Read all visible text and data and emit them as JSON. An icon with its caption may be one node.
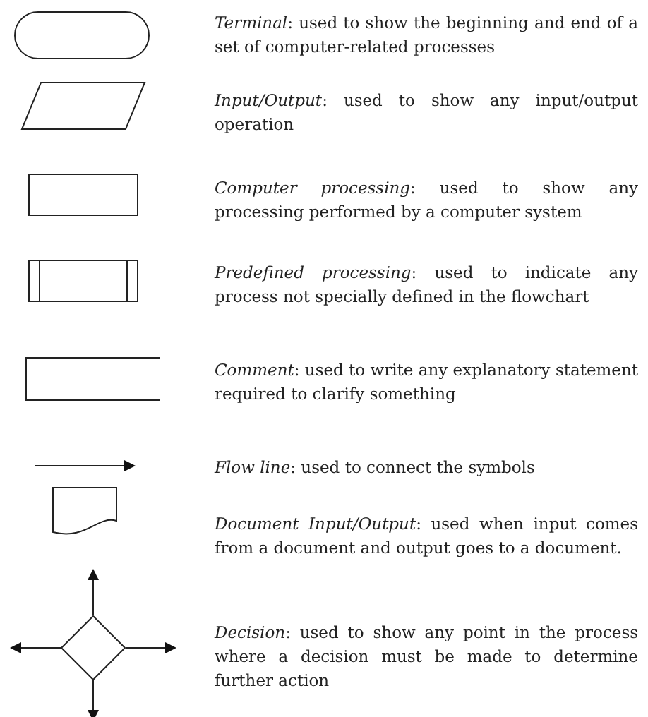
{
  "diagram": {
    "nodes": [
      {
        "text": [],
        "shape": "terminal"
      },
      {
        "text": [],
        "shape": "parallelogram"
      },
      {
        "text": [],
        "shape": "box"
      },
      {
        "text": [],
        "shape": "predefined-process"
      },
      {
        "text": [],
        "shape": "bracket"
      },
      {
        "text": [],
        "shape": "arrow"
      },
      {
        "text": [],
        "shape": "document"
      },
      {
        "text": [],
        "shape": "diamond"
      }
    ],
    "edges": [
      {
        "from": 7,
        "to": null,
        "arrow": "to"
      },
      {
        "from": 7,
        "to": null,
        "arrow": "to"
      },
      {
        "from": 7,
        "to": null,
        "arrow": "to"
      },
      {
        "from": 7,
        "to": null,
        "arrow": "to"
      }
    ],
    "labels": [
      "*Terminal*: used to show the beginning and end of a set of computer-related processes",
      "*Input/Output*: used to show any input/output operation",
      "*Computer processing*: used to show any processing performed by a computer system",
      "*Predefined processing*: used to indicate any process not specially defined in the flowchart",
      "*Comment*: used to write any explanatory statement required to clarify something",
      "*Flow line*: used to connect the symbols",
      "*Document Input/Output*: used when input comes from a document and output goes to a document.",
      "*Decision*: used to show any point in the process where a decision must be made to determine further action"
    ]
  }
}
